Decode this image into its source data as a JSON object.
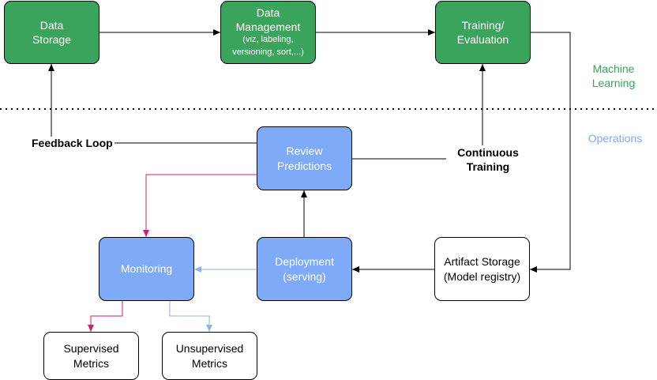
{
  "colors": {
    "ml_node": "#3aa35c",
    "ops_node": "#7eaaf7",
    "ml_label": "#3aa35c",
    "ops_label": "#7eaaf7",
    "pink_arrow": "#d6197a",
    "blue_arrow": "#8fb1e6"
  },
  "nodes": {
    "data_storage": "Data\nStorage",
    "data_management_title": "Data\nManagement",
    "data_management_sub": "(viz, labeling,\nversioning, sort,...)",
    "training_evaluation": "Training/\nEvaluation",
    "review_predictions": "Review\nPredictions",
    "monitoring": "Monitoring",
    "deployment": "Deployment\n(serving)",
    "artifact_storage": "Artifact Storage\n(Model registry)",
    "supervised_metrics": "Supervised\nMetrics",
    "unsupervised_metrics": "Unsupervised\nMetrics"
  },
  "labels": {
    "feedback_loop": "Feedback Loop",
    "continuous_training": "Continuous\nTraining",
    "machine_learning": "Machine\nLearning",
    "operations": "Operations"
  }
}
